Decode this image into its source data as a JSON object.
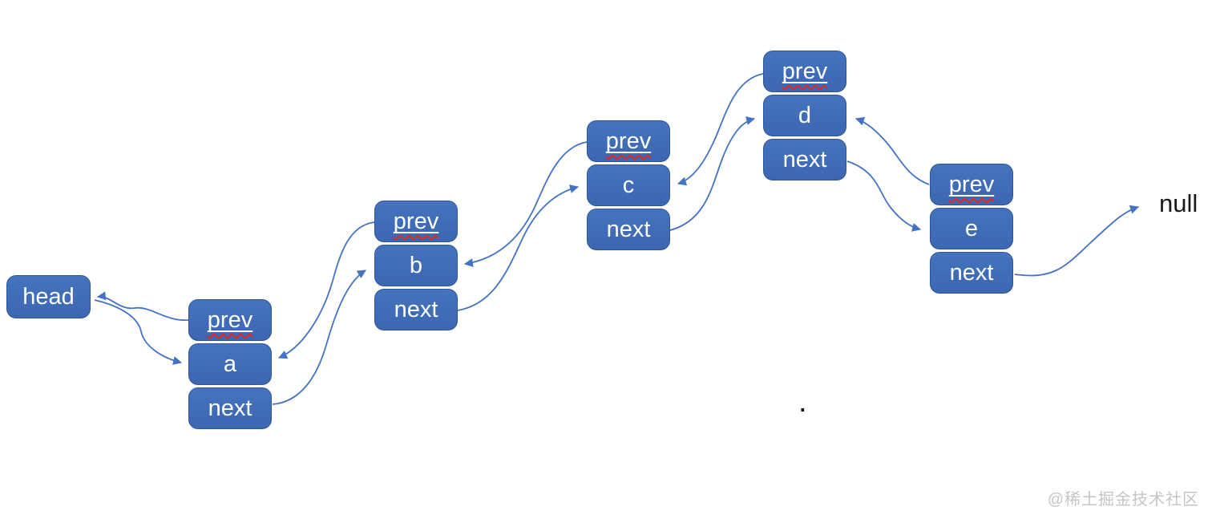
{
  "diagram": {
    "title_hint": "doubly linked list",
    "head": {
      "label": "head"
    },
    "null": {
      "label": "null"
    },
    "nodes": [
      {
        "prev_label": "prev",
        "value": "a",
        "next_label": "next"
      },
      {
        "prev_label": "prev",
        "value": "b",
        "next_label": "next"
      },
      {
        "prev_label": "prev",
        "value": "c",
        "next_label": "next"
      },
      {
        "prev_label": "prev",
        "value": "d",
        "next_label": "next"
      },
      {
        "prev_label": "prev",
        "value": "e",
        "next_label": "next"
      }
    ],
    "edges": [
      {
        "from": "a.prev",
        "to": "head"
      },
      {
        "from": "head",
        "to": "a"
      },
      {
        "from": "a.next",
        "to": "b"
      },
      {
        "from": "b.prev",
        "to": "a"
      },
      {
        "from": "b.next",
        "to": "c"
      },
      {
        "from": "c.prev",
        "to": "b"
      },
      {
        "from": "c.next",
        "to": "d"
      },
      {
        "from": "d.prev",
        "to": "c"
      },
      {
        "from": "d.next",
        "to": "e"
      },
      {
        "from": "e.prev",
        "to": "d"
      },
      {
        "from": "e.next",
        "to": "null"
      }
    ],
    "colors": {
      "node_fill": "#3E6BB5",
      "node_border": "#2F5597",
      "node_text": "#FFFFFF",
      "arrow": "#4472C4",
      "spellcheck_underline": "#E0281E",
      "null_text": "#1B1B1B",
      "watermark_text": "#C5C5C5"
    }
  },
  "stray_dot": ".",
  "watermark": {
    "label": "@稀土掘金技术社区"
  }
}
